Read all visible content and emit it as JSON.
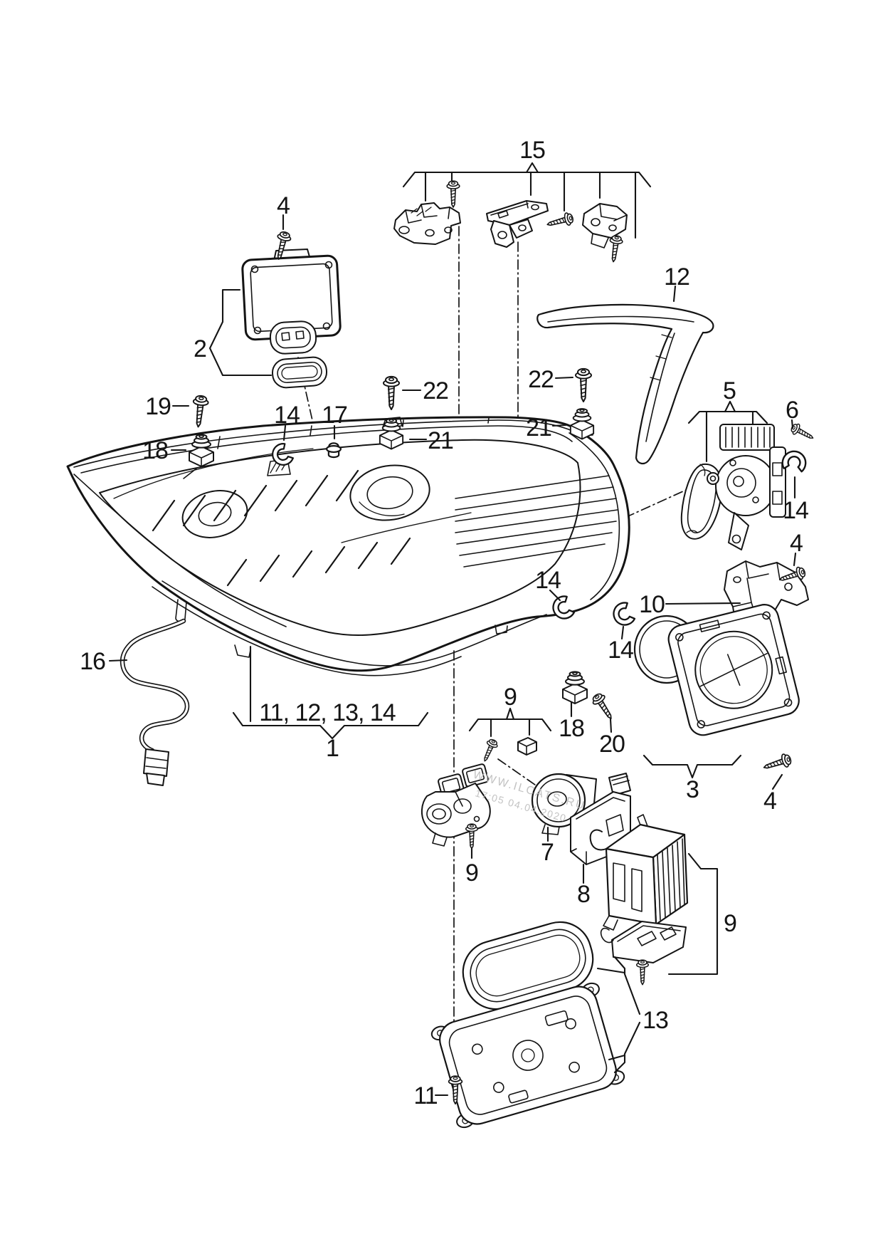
{
  "diagram": {
    "background": "#ffffff",
    "ink": "#141414",
    "watermark": {
      "site": "WWW.ILCATS.RU",
      "timestamp": "17:05 04.04.2020",
      "color": "#bdbdbd"
    },
    "callouts": {
      "n1": "1",
      "n2": "2",
      "n3": "3",
      "n4": "4",
      "n5": "5",
      "n6": "6",
      "n7": "7",
      "n8": "8",
      "n9": "9",
      "n10": "10",
      "n11": "11",
      "n12": "12",
      "n13": "13",
      "n14": "14",
      "n15": "15",
      "n16": "16",
      "n17": "17",
      "n18": "18",
      "n19": "19",
      "n20": "20",
      "n21": "21",
      "n22": "22",
      "group1": "11, 12, 13, 14"
    }
  }
}
